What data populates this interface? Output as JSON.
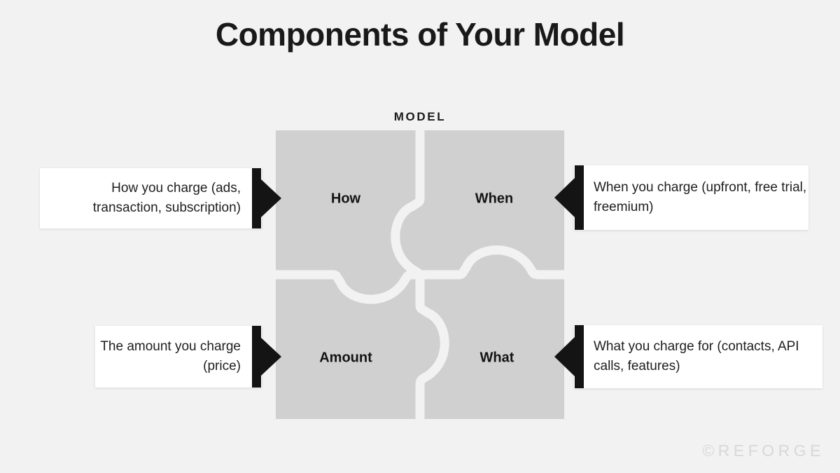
{
  "page": {
    "title": "Components of Your Model",
    "background_color": "#f2f2f2"
  },
  "diagram": {
    "label": "MODEL",
    "piece_color": "#d0d0d0",
    "seam_color": "#f2f2f2",
    "pieces": [
      {
        "id": "how",
        "label": "How",
        "position": "top-left"
      },
      {
        "id": "when",
        "label": "When",
        "position": "top-right"
      },
      {
        "id": "amount",
        "label": "Amount",
        "position": "bottom-left"
      },
      {
        "id": "what",
        "label": "What",
        "position": "bottom-right"
      }
    ]
  },
  "callouts": [
    {
      "id": "how",
      "text": "How you charge (ads, transaction, subscription)",
      "align": "right",
      "arrow_direction": "right",
      "arrow_color": "#141414"
    },
    {
      "id": "when",
      "text": "When you charge (upfront, free trial, freemium)",
      "align": "left",
      "arrow_direction": "left",
      "arrow_color": "#141414"
    },
    {
      "id": "amount",
      "text": "The amount you charge (price)",
      "align": "right",
      "arrow_direction": "right",
      "arrow_color": "#141414"
    },
    {
      "id": "what",
      "text": "What you charge for (contacts, API calls, features)",
      "align": "left",
      "arrow_direction": "left",
      "arrow_color": "#141414"
    }
  ],
  "watermark": {
    "text": "©REFORGE",
    "color": "#d8d8d8"
  }
}
